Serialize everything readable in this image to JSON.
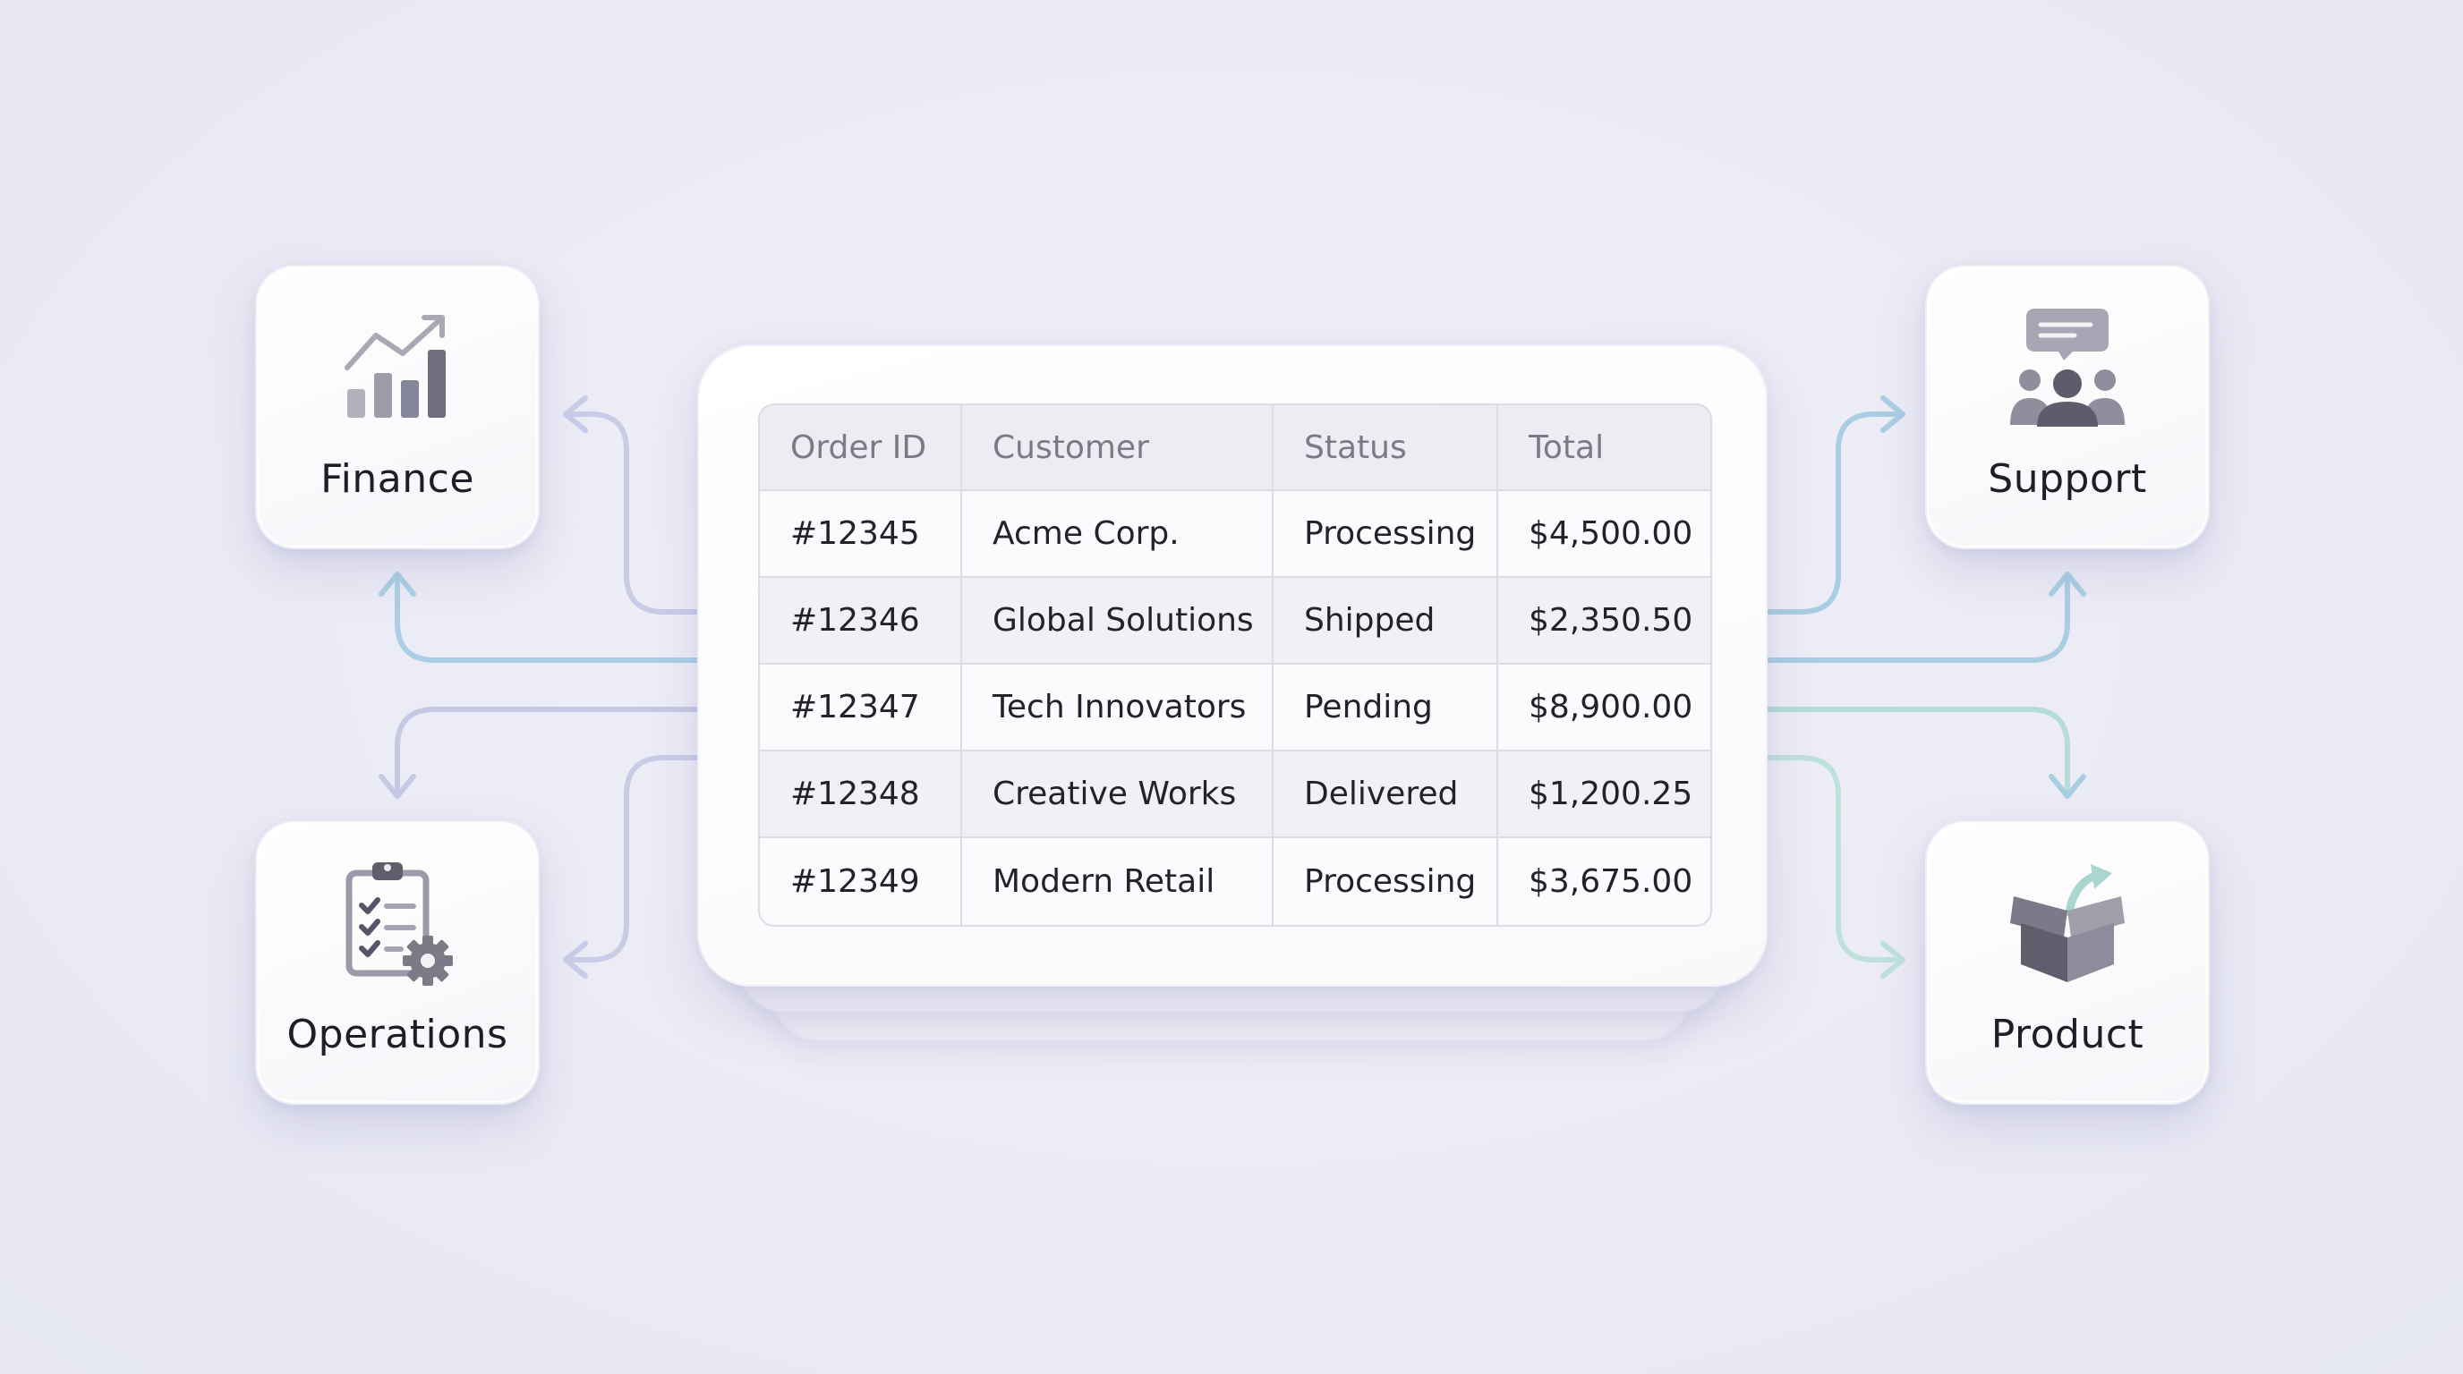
{
  "departments": {
    "finance": {
      "label": "Finance",
      "icon": "bar-chart-trend-icon"
    },
    "operations": {
      "label": "Operations",
      "icon": "clipboard-checklist-gear-icon"
    },
    "support": {
      "label": "Support",
      "icon": "people-chat-bubble-icon"
    },
    "product": {
      "label": "Product",
      "icon": "open-box-arrow-icon"
    }
  },
  "table": {
    "headers": {
      "order_id": "Order ID",
      "customer": "Customer",
      "status": "Status",
      "total": "Total"
    },
    "rows": [
      {
        "order_id": "#12345",
        "customer": "Acme Corp.",
        "status": "Processing",
        "total": "$4,500.00"
      },
      {
        "order_id": "#12346",
        "customer": "Global Solutions",
        "status": "Shipped",
        "total": "$2,350.50"
      },
      {
        "order_id": "#12347",
        "customer": "Tech Innovators",
        "status": "Pending",
        "total": "$8,900.00"
      },
      {
        "order_id": "#12348",
        "customer": "Creative Works",
        "status": "Delivered",
        "total": "$1,200.25"
      },
      {
        "order_id": "#12349",
        "customer": "Modern Retail",
        "status": "Processing",
        "total": "$3,675.00"
      }
    ]
  },
  "colors": {
    "background": "#ebebf6",
    "icon_gray": "#6e6e7c",
    "connector_blue": "#a9cfe4",
    "connector_lavender": "#c7c8e6",
    "connector_mint": "#b9e0da"
  }
}
